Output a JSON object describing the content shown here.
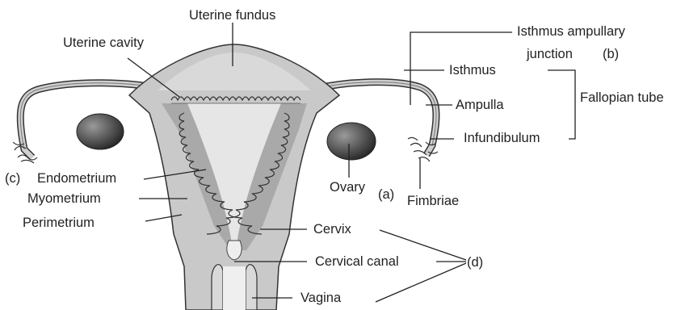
{
  "labels": {
    "uterine_fundus": "Uterine fundus",
    "uterine_cavity": "Uterine cavity",
    "isthmus_ampullary_line1": "Isthmus ampullary",
    "isthmus_ampullary_line2": "junction",
    "marker_b": "(b)",
    "isthmus": "Isthmus",
    "ampulla": "Ampulla",
    "fallopian_tube": "Fallopian tube",
    "infundibulum": "Infundibulum",
    "marker_c": "(c)",
    "endometrium": "Endometrium",
    "myometrium": "Myometrium",
    "perimetrium": "Perimetrium",
    "ovary": "Ovary",
    "marker_a": "(a)",
    "fimbriae": "Fimbriae",
    "cervix": "Cervix",
    "cervical_canal": "Cervical canal",
    "marker_d": "(d)",
    "vagina": "Vagina"
  },
  "colors": {
    "outer_wall": "#c9c9c9",
    "myometrium": "#a9a9a9",
    "cavity": "#e4e4e4",
    "fundus": "#d4d4d4",
    "ovary_dark": "#1f1f1f",
    "ovary_light": "#9a9a9a",
    "outline": "#333333",
    "line": "#222222"
  }
}
